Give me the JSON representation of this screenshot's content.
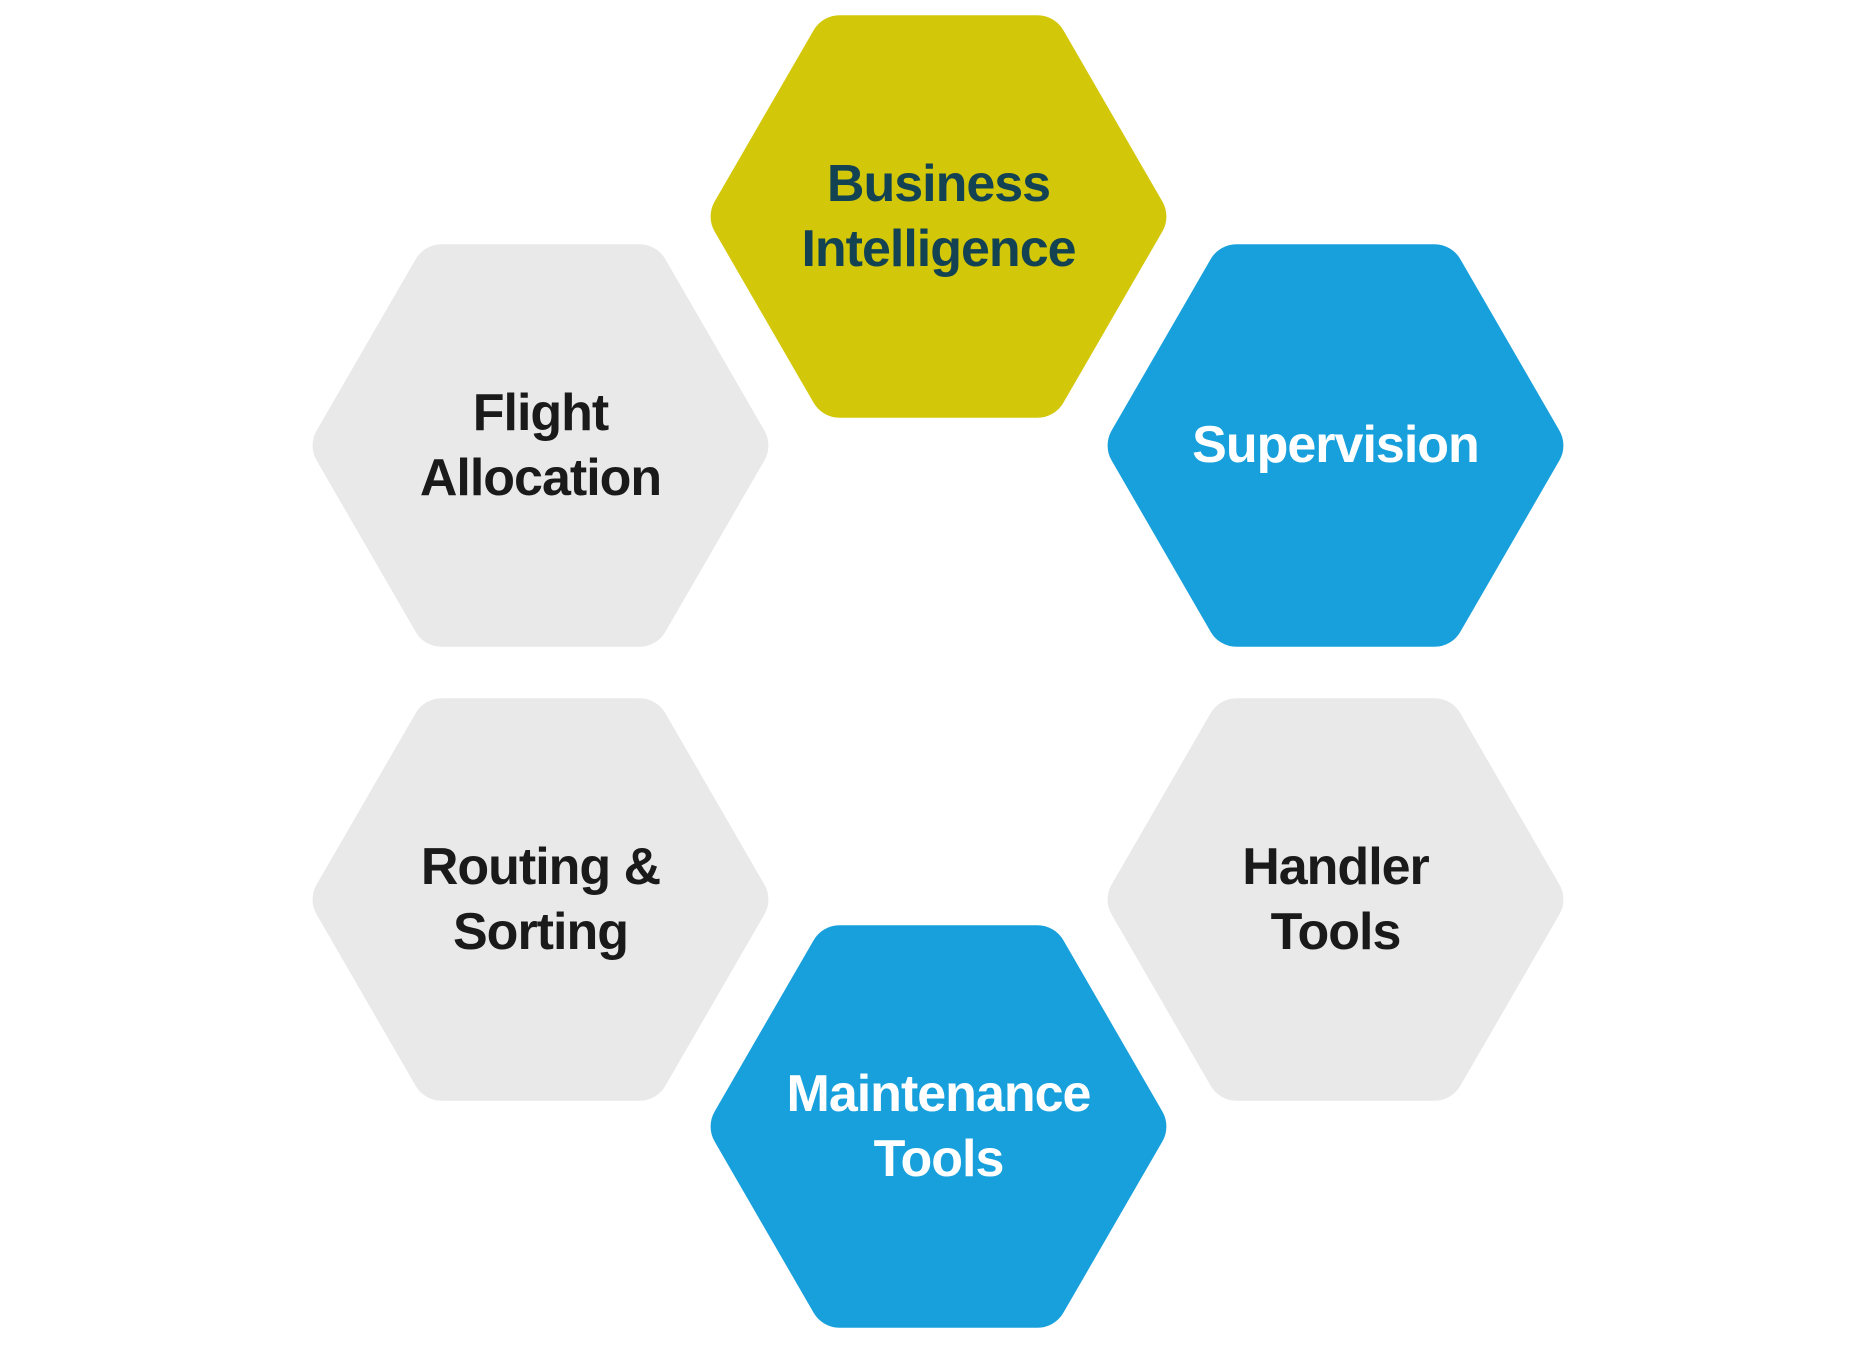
{
  "diagram": {
    "type": "hexagon-cycle",
    "background_color": "#ffffff",
    "hexagon_corner_style": "rounded"
  },
  "hexagons": [
    {
      "id": "business-intelligence",
      "lines": [
        "Business",
        "Intelligence"
      ],
      "fill": "#d3c70a",
      "text_color": "#134253"
    },
    {
      "id": "flight-allocation",
      "lines": [
        "Flight",
        "Allocation"
      ],
      "fill": "#e9e9e9",
      "text_color": "#1a1a1a"
    },
    {
      "id": "supervision",
      "lines": [
        "Supervision"
      ],
      "fill": "#18a0dc",
      "text_color": "#ffffff"
    },
    {
      "id": "routing-sorting",
      "lines": [
        "Routing &",
        "Sorting"
      ],
      "fill": "#e9e9e9",
      "text_color": "#1a1a1a"
    },
    {
      "id": "handler-tools",
      "lines": [
        "Handler",
        "Tools"
      ],
      "fill": "#e9e9e9",
      "text_color": "#1a1a1a"
    },
    {
      "id": "maintenance-tools",
      "lines": [
        "Maintenance",
        "Tools"
      ],
      "fill": "#18a0dc",
      "text_color": "#ffffff"
    }
  ]
}
